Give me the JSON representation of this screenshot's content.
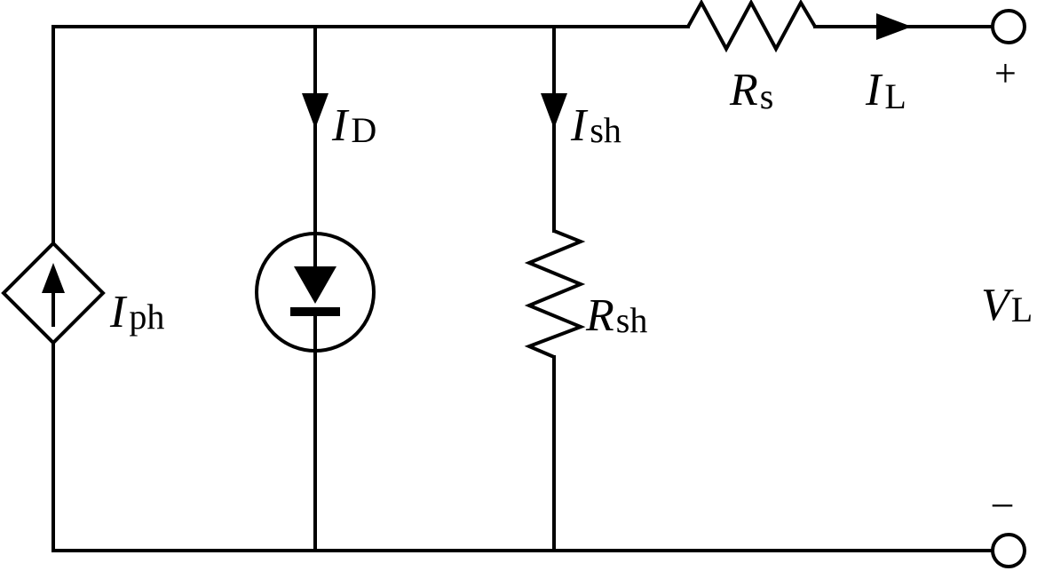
{
  "labels": {
    "photocurrent": {
      "symbol": "I",
      "subscript": "ph"
    },
    "diode_current": {
      "symbol": "I",
      "subscript": "D"
    },
    "shunt_current": {
      "symbol": "I",
      "subscript": "sh"
    },
    "shunt_resistance": {
      "symbol": "R",
      "subscript": "sh"
    },
    "series_resistance": {
      "symbol": "R",
      "subscript": "s"
    },
    "load_current": {
      "symbol": "I",
      "subscript": "L"
    },
    "load_voltage": {
      "symbol": "V",
      "subscript": "L"
    },
    "positive_terminal": "+",
    "negative_terminal": "–"
  }
}
